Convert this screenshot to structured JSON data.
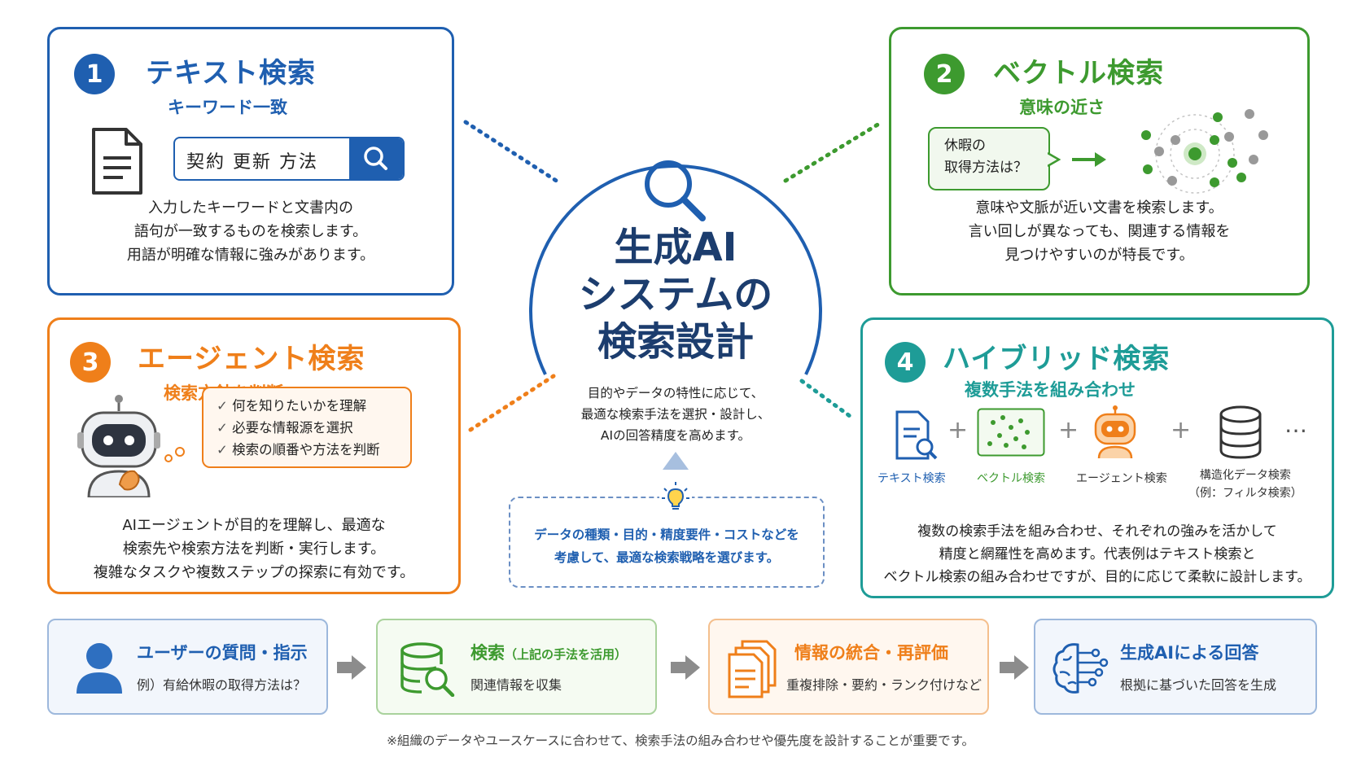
{
  "center": {
    "title_lines": [
      "生成AI",
      "システムの",
      "検索設計"
    ],
    "desc_lines": [
      "目的やデータの特性に応じて、",
      "最適な検索手法を選択・設計し、",
      "AIの回答精度を高めます。"
    ],
    "tip_lines": [
      "データの種類・目的・精度要件・コストなどを",
      "考慮して、最適な検索戦略を選びます。"
    ]
  },
  "cards": {
    "text": {
      "num": "1",
      "title": "テキスト検索",
      "subtitle": "キーワード一致",
      "search_value": "契約 更新 方法",
      "desc_lines": [
        "入力したキーワードと文書内の",
        "語句が一致するものを検索します。",
        "用語が明確な情報に強みがあります。"
      ]
    },
    "vector": {
      "num": "2",
      "title": "ベクトル検索",
      "subtitle": "意味の近さ",
      "query_lines": [
        "休暇の",
        "取得方法は？"
      ],
      "desc_lines": [
        "意味や文脈が近い文書を検索します。",
        "言い回しが異なっても、関連する情報を",
        "見つけやすいのが特長です。"
      ]
    },
    "agent": {
      "num": "3",
      "title": "エージェント検索",
      "subtitle": "検索方針を判断",
      "checklist": [
        "何を知りたいかを理解",
        "必要な情報源を選択",
        "検索の順番や方法を判断"
      ],
      "desc_lines": [
        "AIエージェントが目的を理解し、最適な",
        "検索先や検索方法を判断・実行します。",
        "複雑なタスクや複数ステップの探索に有効です。"
      ]
    },
    "hybrid": {
      "num": "4",
      "title": "ハイブリッド検索",
      "subtitle": "複数手法を組み合わせ",
      "items": [
        "テキスト検索",
        "ベクトル検索",
        "エージェント検索",
        "構造化データ検索",
        "（例：フィルタ検索）"
      ],
      "ellipsis": "…",
      "desc_lines": [
        "複数の検索手法を組み合わせ、それぞれの強みを活かして",
        "精度と網羅性を高めます。代表例はテキスト検索と",
        "ベクトル検索の組み合わせですが、目的に応じて柔軟に設計します。"
      ]
    }
  },
  "flow": [
    {
      "title": "ユーザーの質問・指示",
      "desc": "例）有給休暇の取得方法は？"
    },
    {
      "title": "検索",
      "title_note": "（上記の手法を活用）",
      "desc": "関連情報を収集"
    },
    {
      "title": "情報の統合・再評価",
      "desc": "重複排除・要約・ランク付けなど"
    },
    {
      "title": "生成AIによる回答",
      "desc": "根拠に基づいた回答を生成"
    }
  ],
  "footnote": "※組織のデータやユースケースに合わせて、検索手法の組み合わせや優先度を設計することが重要です。",
  "colors": {
    "blue": "#1f5fb0",
    "green": "#3d9a2f",
    "orange": "#ef7f1a",
    "teal": "#1e9c97",
    "dark_navy": "#1c3d6e"
  }
}
